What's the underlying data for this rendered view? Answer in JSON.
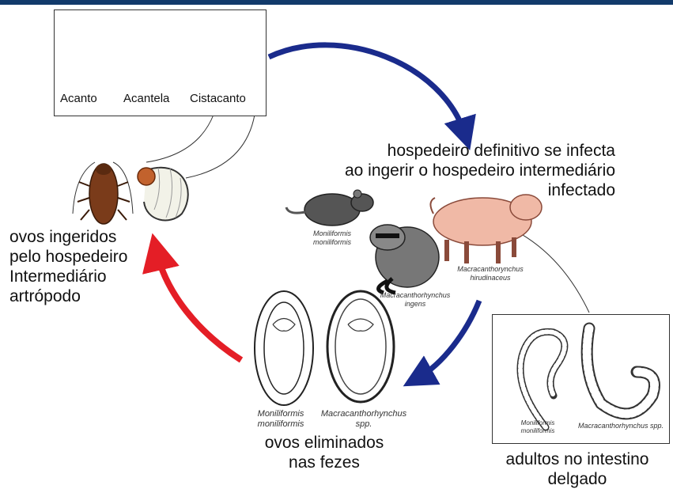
{
  "larval_stages": [
    "Acanto",
    "Acantela",
    "Cistacanto"
  ],
  "captions": {
    "definitive_infection": [
      "hospedeiro definitivo se infecta",
      "ao ingerir o hospedeiro intermediário",
      "infectado"
    ],
    "eggs_ingested": [
      "ovos ingeridos",
      "pelo hospedeiro",
      "Intermediário",
      "artrópodo"
    ],
    "eggs_eliminated": [
      "ovos eliminados",
      "nas fezes"
    ],
    "adults": [
      "adultos no intestino",
      "delgado"
    ]
  },
  "species_labels": {
    "rat": [
      "Moniliformis",
      "moniliformis"
    ],
    "raccoon": [
      "Macracanthorhynchus",
      "ingens"
    ],
    "pig": [
      "Macracanthorynchus",
      "hirudinaceus"
    ],
    "egg_left": [
      "Moniliformis",
      "moniliformis"
    ],
    "egg_right": [
      "Macracanthorhynchus",
      "spp."
    ],
    "adult_left": [
      "Moniliformis",
      "moniliformis"
    ],
    "adult_right": [
      "Macracanthorhynchus spp."
    ]
  },
  "colors": {
    "top_bar": "#123a6b",
    "arrow_blue": "#1a2b8c",
    "arrow_red": "#e41e26",
    "stage_arrow": "#4f81bd"
  }
}
